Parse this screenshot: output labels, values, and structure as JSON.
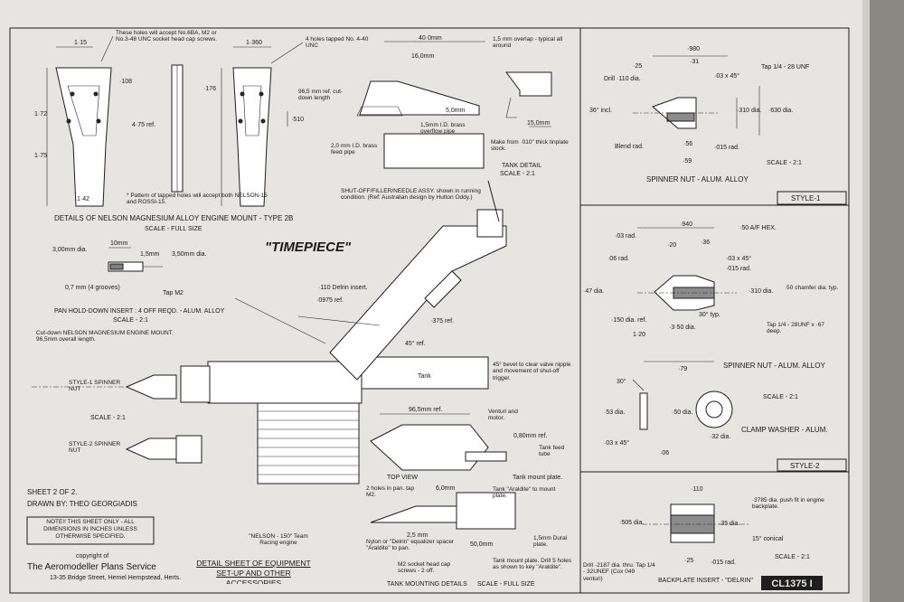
{
  "mount": {
    "dims": [
      "1·15",
      "1·360",
      "·108",
      "·176",
      "1·72",
      "1·75",
      "4·75 ref.",
      "1·42",
      "·510"
    ],
    "holes_note": "These holes will accept No.6BA, M2 or No.3-48 UNC socket head cap screws.",
    "tapped_note": "4 holes tapped No. 4-40 UNC",
    "cutdown_note": "96,5 mm ref. cut-down length",
    "pattern_note": "* Pattern of tapped holes will accept both NELSON-15 and ROSSI-15.",
    "title": "DETAILS OF NELSON MAGNESIUM ALLOY ENGINE MOUNT - TYPE 2B",
    "scale": "SCALE - FULL SIZE"
  },
  "tank": {
    "dims": [
      "40·0mm",
      "16,0mm",
      "5,0mm",
      "15,0mm"
    ],
    "overlap": "1,5 mm overlap - typical all around",
    "overflow": "1,5mm I.D. brass overflow pipe",
    "feed": "2,0 mm I.D. brass feed pipe",
    "tinplate": "Make from ·010\" thick tinplate stock.",
    "title": "TANK DETAIL",
    "scale": "SCALE - 2:1"
  },
  "spinner1": {
    "dims": [
      "·980",
      "·25",
      "·31",
      "·03 x 45°",
      "Tap 1/4 - 28 UNF",
      "Drill ·110 dia.",
      "36° incl.",
      "·310 dia.",
      "·630 dia.",
      "Blend rad.",
      "·56",
      "·015 rad.",
      "·59"
    ],
    "scale": "SCALE - 2:1",
    "title": "SPINNER NUT - ALUM. ALLOY",
    "style": "STYLE-1"
  },
  "spinner2": {
    "dims": [
      "·940",
      "·50 A/F HEX.",
      "·03 rad.",
      "·20",
      "·36",
      "·03 x 45°",
      "·06 rad.",
      "·015 rad.",
      "·47 dia.",
      "·310 dia.",
      "·50 chamfer dia. typ.",
      "30° typ.",
      "·150 dia. ref.",
      "1·20",
      "·3·50 dia.",
      "Tap 1/4 - 28UNF x ·67 deep.",
      "·79"
    ],
    "title": "SPINNER NUT - ALUM. ALLOY",
    "scale": "SCALE - 2:1",
    "style": "STYLE-2"
  },
  "washer": {
    "dims": [
      "30°",
      "·53 dia.",
      "·50 dia.",
      "·03 x 45°",
      "·06",
      "·32 dia."
    ],
    "title": "CLAMP WASHER - ALUM."
  },
  "pan": {
    "dims": [
      "3,00mm dia.",
      "10mm",
      "1,5mm",
      "3,50mm dia.",
      "0,7 mm (4 grooves)",
      "Tap M2"
    ],
    "title": "PAN HOLD-DOWN INSERT : 4 OFF REQD. - ALUM. ALLOY",
    "scale": "SCALE - 2:1"
  },
  "assy": {
    "title": "\"TIMEPIECE\"",
    "shutoff": "SHUT-OFF/FILLER/NEEDLE ASSY. shown in running condition. (Ref: Australian design by Hutton Oddy.)",
    "delrin": "·110 Delrin insert.",
    "d0975": "·0975 ref.",
    "d375": "·375 ref.",
    "d45": "45° ref.",
    "cutdown": "Cut-down NELSON MAGNESIUM ENGINE MOUNT. 96,5mm overall length.",
    "style1": "STYLE-1 SPINNER NUT",
    "scale": "SCALE - 2:1",
    "style2": "STYLE-2 SPINNER NUT",
    "bevel": "45° bevel to clear valve nipple and movement of shut-off trigger.",
    "tank_label": "Tank",
    "engine": "\"NELSON - 150\" Team Racing engine"
  },
  "mounting": {
    "d965": "96,5mm ref.",
    "venturi": "Venturi and motor.",
    "d080": "0,80mm ref.",
    "feedtube": "Tank feed tube",
    "topview": "TOP VIEW",
    "plate": "Tank mount plate.",
    "holes": "2 holes in pan. tap M2.",
    "d60": "6,0mm",
    "araldite": "Tank \"Araldite\" to mount plate.",
    "d25": "2,5 mm",
    "nylon": "Nylon or \"Delrin\" equalizer spacer \"Araldite\" to pan.",
    "d500": "50,0mm",
    "d15": "1,5mm Dural plate.",
    "screws": "M2 socket head cap screws - 2 off.",
    "drill": "Tank mount plate. Drill 5 holes as shown to key \"Araldite\".",
    "title": "TANK MOUNTING DETAILS",
    "scale": "SCALE - FULL SIZE"
  },
  "backplate": {
    "dims": [
      "·110",
      "·505 dia.",
      "·35 dia.",
      "·25",
      "·015 rad."
    ],
    "push": "·3785 dia. push fit in engine backplate.",
    "conical": "15° conical",
    "drill": "Drill ·2187 dia. thru. Tap 1/4 - 32UNEF (Cox 049 venturi)",
    "scale": "SCALE - 2:1",
    "title": "BACKPLATE INSERT - \"DELRIN\""
  },
  "info": {
    "sheet": "SHEET 2 OF 2.",
    "drawn": "DRAWN BY: THEO GEORGIADIS",
    "note": "NOTE!! THIS SHEET ONLY - ALL DIMENSIONS IN INCHES UNLESS OTHERWISE SPECIFIED.",
    "copyright": "copyright of",
    "publisher": "The Aeromodeller Plans Service",
    "address": "13-35 Bridge Street, Hemel Hempstead, Herts.",
    "detail_title": "DETAIL SHEET OF EQUIPMENT SET-UP AND OTHER ACCESSORIES",
    "plan_number": "CL1375 I"
  }
}
